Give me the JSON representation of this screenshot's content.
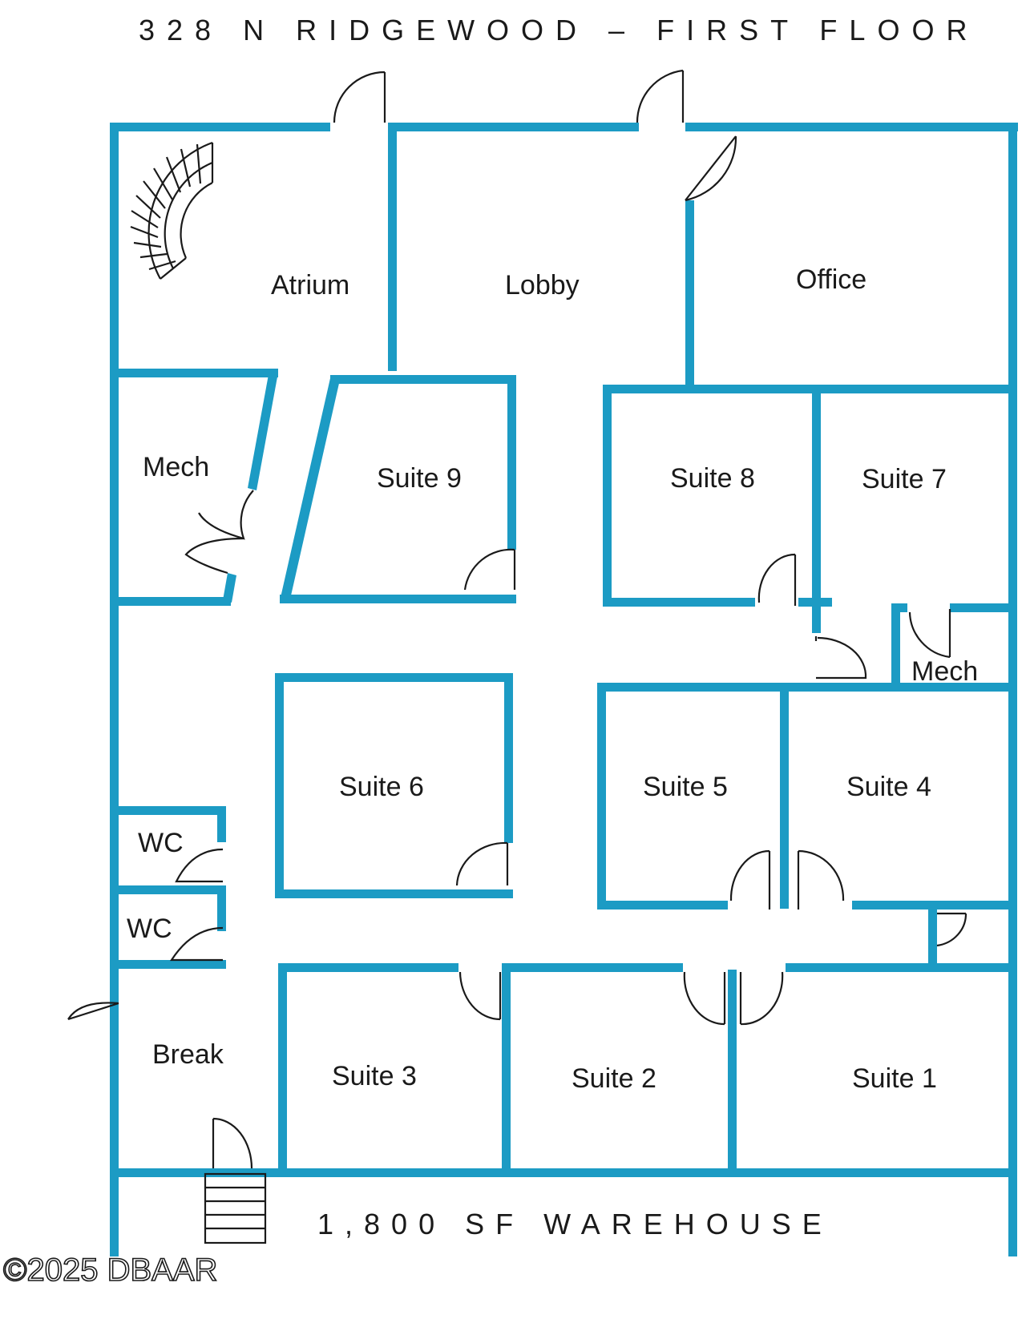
{
  "title": "328 N RIDGEWOOD – FIRST FLOOR",
  "warehouse_label": "1,800 SF WAREHOUSE",
  "copyright": "©2025 DBAAR",
  "rooms": {
    "atrium": "Atrium",
    "lobby": "Lobby",
    "office": "Office",
    "mech_west": "Mech",
    "suite9": "Suite 9",
    "suite8": "Suite 8",
    "suite7": "Suite 7",
    "mech_east": "Mech",
    "suite6": "Suite 6",
    "suite5": "Suite 5",
    "suite4": "Suite 4",
    "wc_upper": "WC",
    "wc_lower": "WC",
    "break": "Break",
    "suite3": "Suite 3",
    "suite2": "Suite 2",
    "suite1": "Suite 1"
  },
  "colors": {
    "wall": "#1c9bc4",
    "line": "#1a1a1a",
    "background": "#ffffff"
  }
}
